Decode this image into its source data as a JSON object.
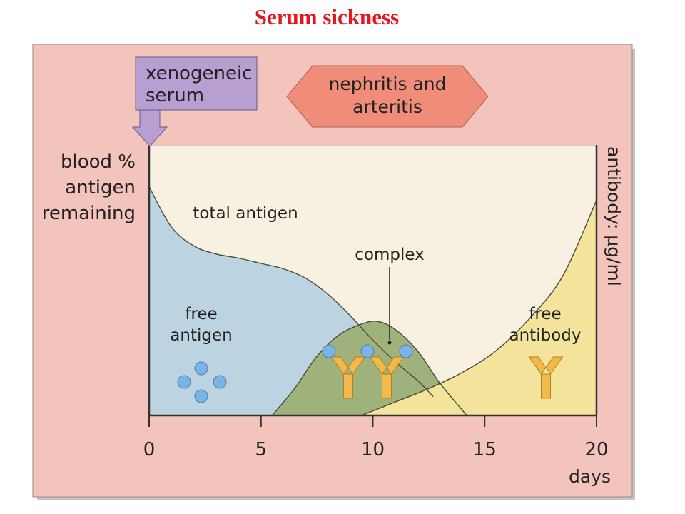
{
  "slide_title": "Serum sickness",
  "colors": {
    "title": "#e8141c",
    "figure_background": "#f3c4bb",
    "plot_background": "#f8f1e2",
    "free_antigen": "#bcd3e2",
    "complex": "#9fb27c",
    "free_antibody": "#f4e39a",
    "injection_box": "#b79fd2",
    "disease_box": "#f08c7a",
    "antigen_dot": "#7ab4e4",
    "antibody_shape": "#f0b94a"
  },
  "annotations": {
    "injection_label": [
      "xenogeneic",
      "serum"
    ],
    "disease_label": [
      "nephritis and",
      "arteritis"
    ],
    "total_antigen": "total antigen",
    "complex": "complex",
    "free_antigen": [
      "free",
      "antigen"
    ],
    "free_antibody": [
      "free",
      "antibody"
    ]
  },
  "chart_data": {
    "type": "area",
    "xlabel": "days",
    "ylabel_left": [
      "blood %",
      "antigen",
      "remaining"
    ],
    "ylabel_right": "antibody: µg/ml",
    "xlim": [
      0,
      20
    ],
    "x_ticks": [
      0,
      5,
      10,
      15,
      20
    ],
    "y_ticks": [],
    "grid": false,
    "legend": "none",
    "series": [
      {
        "name": "total antigen",
        "x": [
          0,
          1,
          2,
          3,
          4,
          5,
          6,
          7,
          8,
          9,
          10,
          11,
          12,
          12.7
        ],
        "y": [
          0.85,
          0.7,
          0.63,
          0.6,
          0.585,
          0.565,
          0.545,
          0.51,
          0.45,
          0.37,
          0.28,
          0.2,
          0.13,
          0.07
        ]
      },
      {
        "name": "complex",
        "x": [
          5.5,
          6.5,
          7.5,
          8.5,
          9.5,
          10.2,
          11,
          12,
          13,
          14.2
        ],
        "y": [
          0,
          0.1,
          0.22,
          0.3,
          0.34,
          0.35,
          0.32,
          0.24,
          0.12,
          0
        ]
      },
      {
        "name": "free antibody",
        "x": [
          9.5,
          11,
          12.5,
          14,
          15.5,
          17,
          18.5,
          20
        ],
        "y": [
          0,
          0.05,
          0.1,
          0.16,
          0.24,
          0.36,
          0.52,
          0.8
        ]
      }
    ]
  }
}
